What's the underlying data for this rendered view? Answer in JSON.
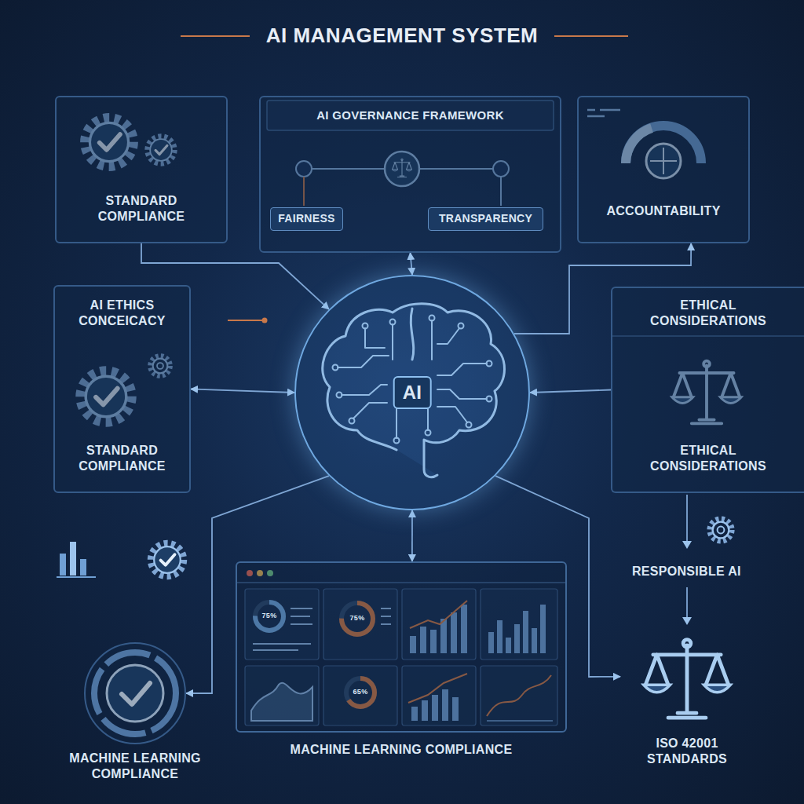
{
  "diagram": {
    "title": "AI MANAGEMENT SYSTEM",
    "nodes": [
      {
        "text": [
          "STANDARD COMPLIANCE"
        ]
      },
      {
        "text": [
          "AI GOVERNANCE FRAMEWORK"
        ]
      },
      {
        "text": [
          "FAIRNESS"
        ],
        "in": 1
      },
      {
        "text": [
          "TRANSPARENCY"
        ],
        "in": 1
      },
      {
        "text": [
          "ACCOUNTABILITY"
        ]
      },
      {
        "text": [
          "AI ETHICS CONCEICACY",
          "STANDARD COMPLIANCE"
        ]
      },
      {
        "text": [
          "AI"
        ]
      },
      {
        "text": [
          "ETHICAL CONSIDERATIONS",
          "ETHICAL CONSIDERATIONS"
        ]
      },
      {
        "text": [
          "MACHINE LEARNING COMPLIANCE"
        ]
      },
      {
        "text": [
          "MACHINE LEARNING COMPLIANCE"
        ]
      },
      {
        "text": [
          "ISO 42001 STANDARDS"
        ]
      }
    ],
    "edges": [
      {
        "from": 0,
        "to": 6,
        "arrow": "to"
      },
      {
        "from": 1,
        "to": 6,
        "arrow": "both"
      },
      {
        "from": 6,
        "to": 4,
        "arrow": "to"
      },
      {
        "from": 5,
        "to": 6,
        "arrow": "both"
      },
      {
        "from": 7,
        "to": 6,
        "arrow": "to"
      },
      {
        "from": 6,
        "to": 9,
        "arrow": "both"
      },
      {
        "from": 6,
        "to": 8,
        "arrow": "to"
      },
      {
        "from": 6,
        "to": 10,
        "arrow": "to"
      }
    ],
    "labels": [
      "75%",
      "75%",
      "65%",
      "RESPONSIBLE AI"
    ]
  }
}
